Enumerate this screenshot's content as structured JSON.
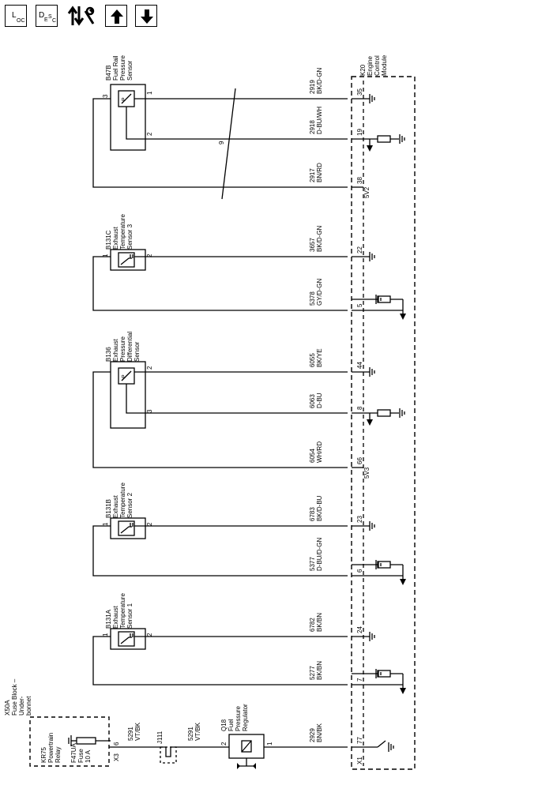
{
  "toolbar": {
    "loc_button": {
      "big": "L",
      "small": "OC"
    },
    "desc_button": {
      "big": "D",
      "small1": "E",
      "small2": "S",
      "small3": "C"
    },
    "tool_icon": "wire-tool-icon",
    "up_icon": "arrow-up-icon",
    "down_icon": "arrow-down-icon"
  },
  "ecm": {
    "label_lines": [
      "K20",
      "Engine",
      "Control",
      "Module"
    ],
    "connector": "X1",
    "refs": [
      "5V2",
      "5V3"
    ]
  },
  "fuse_block": {
    "label_lines": [
      "X50A",
      "Fuse Block –",
      "Under-",
      "bonnet"
    ],
    "relay_lines": [
      "KR75",
      "Powertrain",
      "Relay"
    ],
    "fuse_lines": [
      "F47UA",
      "Fuse",
      "10 A"
    ],
    "connector": "X3",
    "pin": "6"
  },
  "splice": {
    "label": "J111"
  },
  "sensors": [
    {
      "lines": [
        "B47B",
        "Fuel Rail",
        "Pressure",
        "Sensor"
      ],
      "pins": [
        "3",
        "1",
        "2"
      ]
    },
    {
      "lines": [
        "B131C",
        "Exhaust",
        "Temperature",
        "Sensor 3"
      ],
      "pins": [
        "1",
        "2"
      ]
    },
    {
      "lines": [
        "B136",
        "Exhaust",
        "Pressure",
        "Differential",
        "Sensor"
      ],
      "pins": [
        "2",
        "3"
      ]
    },
    {
      "lines": [
        "B131B",
        "Exhaust",
        "Temperature",
        "Sensor 2"
      ],
      "pins": [
        "1",
        "2"
      ]
    },
    {
      "lines": [
        "B131A",
        "Exhaust",
        "Temperature",
        "Sensor 1"
      ],
      "pins": [
        "1",
        "2"
      ]
    },
    {
      "lines": [
        "Q18",
        "Fuel",
        "Pressure",
        "Regulator"
      ],
      "pins": [
        "2",
        "1"
      ]
    }
  ],
  "sensor_symbol_text": "P",
  "twisted_pair_label": "9",
  "wires": [
    {
      "circuit": "2919",
      "color": "BK/D-GN",
      "pin": "35"
    },
    {
      "circuit": "2918",
      "color": "D-BU/WH",
      "pin": "19"
    },
    {
      "circuit": "2917",
      "color": "BN/RD",
      "pin": "38"
    },
    {
      "circuit": "3657",
      "color": "BK/D-GN",
      "pin": "22"
    },
    {
      "circuit": "5378",
      "color": "GY/D-GN",
      "pin": "5"
    },
    {
      "circuit": "6055",
      "color": "BK/YE",
      "pin": "44"
    },
    {
      "circuit": "6063",
      "color": "D-BU",
      "pin": "8"
    },
    {
      "circuit": "6054",
      "color": "WH/RD",
      "pin": "66"
    },
    {
      "circuit": "6783",
      "color": "BK/D-BU",
      "pin": "23"
    },
    {
      "circuit": "5377",
      "color": "D-BU/D-GN",
      "pin": "6"
    },
    {
      "circuit": "6782",
      "color": "BK/BN",
      "pin": "24"
    },
    {
      "circuit": "5277",
      "color": "BK/BN",
      "pin": "7"
    },
    {
      "circuit": "2929",
      "color": "BN/BK",
      "pin": "77"
    },
    {
      "circuit": "5291",
      "color": "VT/BK",
      "pin": ""
    },
    {
      "circuit": "5291",
      "color": "VT/BK",
      "pin": ""
    }
  ]
}
